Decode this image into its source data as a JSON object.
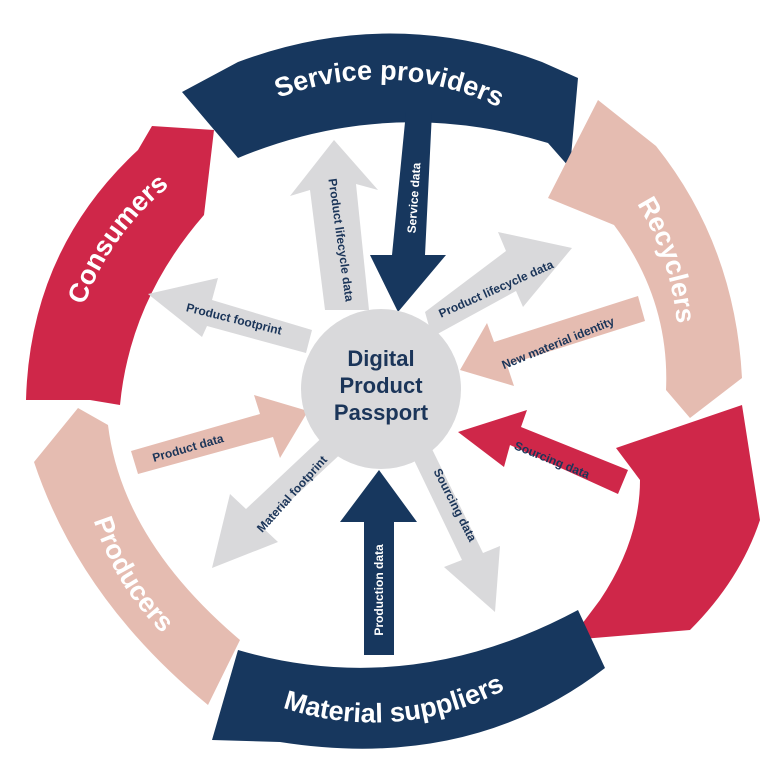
{
  "colors": {
    "navy": "#17375e",
    "crimson": "#cf2749",
    "blush": "#e5bcb1",
    "gray": "#d9d9db",
    "text_on_dark": "#ffffff",
    "text_dark": "#1b3559"
  },
  "center": {
    "line1": "Digital",
    "line2": "Product",
    "line3": "Passport"
  },
  "segments": {
    "service_providers": "Service providers",
    "recyclers": "Recyclers",
    "material_suppliers": "Material suppliers",
    "producers": "Producers",
    "consumers": "Consumers"
  },
  "arrows": {
    "service_data": "Service data",
    "product_lifecycle_up": "Product lifecycle data",
    "product_lifecycle_right": "Product lifecycle data",
    "product_footprint": "Product footprint",
    "new_material_identity": "New material identity",
    "sourcing_data_in": "Sourcing data",
    "product_data": "Product data",
    "material_footprint": "Material footprint",
    "production_data": "Production data",
    "sourcing_data_out": "Sourcing data"
  }
}
